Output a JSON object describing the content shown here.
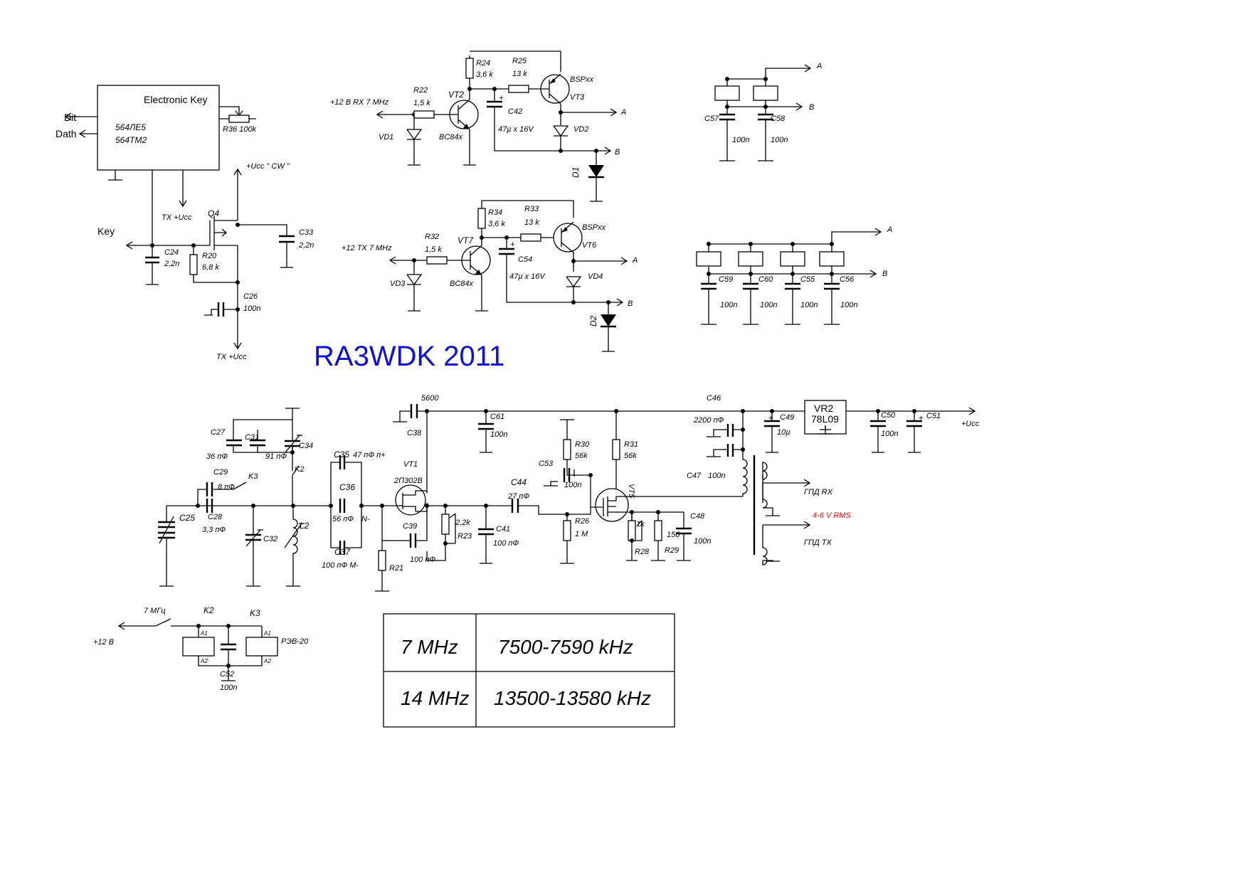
{
  "title": "RA3WDK 2011",
  "labels": {
    "electronic_key": "Electronic Key",
    "ic1": "564ЛЕ5",
    "ic2": "564ТМ2",
    "dit": "Dit",
    "dath": "Dath",
    "key": "Key",
    "r36": "R36 100k",
    "ucc_cw": "+Ucc \" CW \"",
    "tx_ucc_1": "TX +Ucc",
    "tx_ucc_2": "TX +Ucc",
    "q4": "Q4",
    "c24": "C24",
    "c24v": "2,2n",
    "r20": "R20",
    "r20v": "6,8 k",
    "c33": "C33",
    "c33v": "2,2n",
    "c26": "C26",
    "c26v": "100n",
    "rx_in": "+12 В RX 7 MHz",
    "r22": "R22",
    "r22v": "1,5 k",
    "vt2": "VT2",
    "r24": "R24",
    "r24v": "3,6 k",
    "r25": "R25",
    "r25v": "13 k",
    "bspxx1": "BSPxx",
    "vt3": "VT3",
    "c42": "C42",
    "c42v": "47µ x 16V",
    "vd1": "VD1",
    "bc84x1": "BC84x",
    "vd2": "VD2",
    "a1": "A",
    "b1": "B",
    "d1": "D1",
    "tx_in": "+12 TX 7 MHz",
    "r32": "R32",
    "r32v": "1,5 k",
    "vt7": "VT7",
    "r34": "R34",
    "r34v": "3,6 k",
    "r33": "R33",
    "r33v": "13 k",
    "bspxx2": "BSPxx",
    "vt6": "VT6",
    "c54": "C54",
    "c54v": "47µ x 16V",
    "vd3": "VD3",
    "bc84x2": "BC84x",
    "vd4": "VD4",
    "a2": "A",
    "b2": "B",
    "d2": "D2",
    "a3": "A",
    "b3": "B",
    "c57": "C57",
    "c58": "C58",
    "c57v": "100n",
    "c58v": "100n",
    "a4": "A",
    "b4": "B",
    "c59": "C59",
    "c60": "C60",
    "c55": "C55",
    "c56": "C56",
    "c59v": "100n",
    "c60v": "100n",
    "c55v": "100n",
    "c56v": "100n",
    "c38v": "5600",
    "c38": "C38",
    "c61": "C61",
    "c61v": "100n",
    "c46": "C46",
    "c46v": "2200 пФ",
    "c49": "C49",
    "c49v": "10µ",
    "vr2": "VR2",
    "vr2v": "78L09",
    "c50": "C50",
    "c50v": "100n",
    "c51": "C51",
    "ucc": "+Ucc",
    "c27": "C27",
    "c27v": "36 пФ",
    "c31": "C31",
    "c31v": "91 пФ",
    "c34": "C34",
    "k2a": "K2",
    "c29": "C29",
    "c29v": "8 пФ",
    "k3a": "K3",
    "c25": "C25",
    "c28": "C28",
    "c28v": "3,3 пФ",
    "c32": "C32",
    "l2": "L2",
    "c35": "C35",
    "c35v": "47 пФ п+",
    "c36": "C36",
    "c36v": "56 пФ",
    "nminus": "N-",
    "c37": "C37",
    "c37v": "100 пФ М-",
    "vt1": "VT1",
    "vt1v": "2П302В",
    "c39": "C39",
    "c39v": "100 пФ",
    "r21": "R21",
    "r23v": "2,2k",
    "r23": "R23",
    "c41": "C41",
    "c41v": "100 пФ",
    "c44": "C44",
    "c44v": "27 пФ",
    "c53": "C53",
    "c53v": "100n",
    "r30": "R30",
    "r30v": "56k",
    "r31": "R31",
    "r31v": "56k",
    "vt5": "VT5",
    "r26": "R26",
    "r26v": "1 M",
    "r28v": "1k",
    "r28": "R28",
    "r29v": "150",
    "r29": "R29",
    "c48": "C48",
    "c48v": "100n",
    "c47": "C47",
    "c47v": "100n",
    "gpd_rx": "ГПД RX",
    "rms": "4-6 V RMS",
    "gpd_tx": "ГПД TX",
    "mhz7": "7 МГц",
    "k2b": "K2",
    "k3b": "K3",
    "plus12": "+12 В",
    "rev20": "РЭВ-20",
    "a1pin1": "A1",
    "a2pin1": "A2",
    "a1pin2": "A1",
    "a2pin2": "A2",
    "c52": "C52",
    "c52v": "100n"
  },
  "table": {
    "rows": [
      {
        "band": "7 MHz",
        "range": "7500-7590 kHz"
      },
      {
        "band": "14 MHz",
        "range": "13500-13580 kHz"
      }
    ]
  }
}
